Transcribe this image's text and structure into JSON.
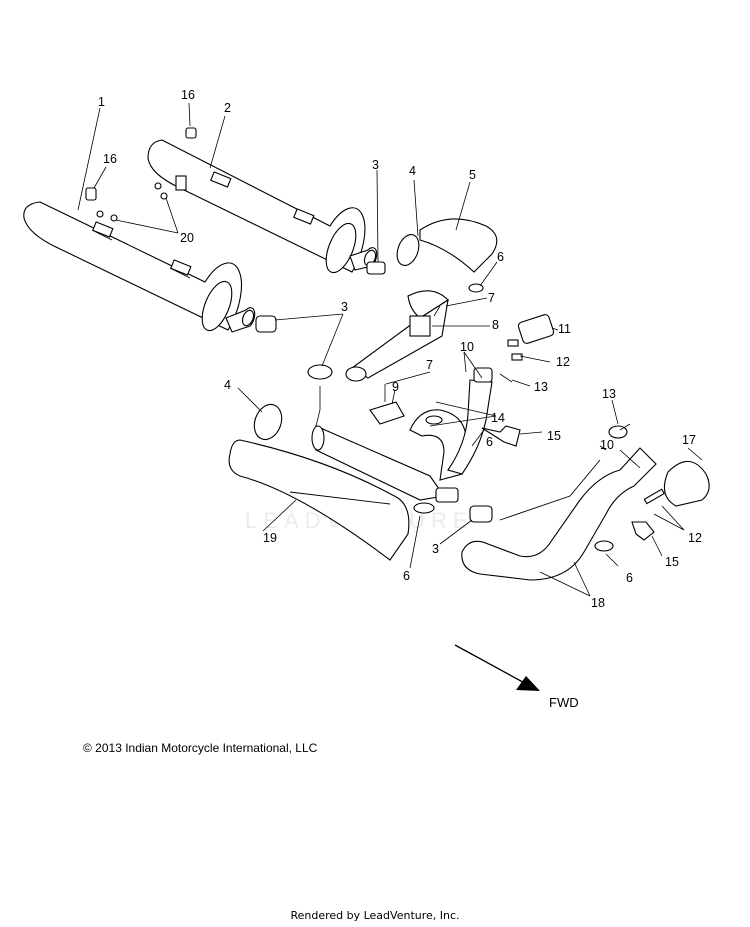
{
  "callouts": [
    {
      "id": "c1",
      "label": "1"
    },
    {
      "id": "c2",
      "label": "2"
    },
    {
      "id": "c3a",
      "label": "3"
    },
    {
      "id": "c3b",
      "label": "3"
    },
    {
      "id": "c3c",
      "label": "3"
    },
    {
      "id": "c4a",
      "label": "4"
    },
    {
      "id": "c4b",
      "label": "4"
    },
    {
      "id": "c5",
      "label": "5"
    },
    {
      "id": "c6a",
      "label": "6"
    },
    {
      "id": "c6b",
      "label": "6"
    },
    {
      "id": "c6c",
      "label": "6"
    },
    {
      "id": "c6d",
      "label": "6"
    },
    {
      "id": "c7a",
      "label": "7"
    },
    {
      "id": "c7b",
      "label": "7"
    },
    {
      "id": "c8",
      "label": "8"
    },
    {
      "id": "c9",
      "label": "9"
    },
    {
      "id": "c10a",
      "label": "10"
    },
    {
      "id": "c10b",
      "label": "10"
    },
    {
      "id": "c11",
      "label": "11"
    },
    {
      "id": "c12a",
      "label": "12"
    },
    {
      "id": "c12b",
      "label": "12"
    },
    {
      "id": "c13a",
      "label": "13"
    },
    {
      "id": "c13b",
      "label": "13"
    },
    {
      "id": "c14",
      "label": "14"
    },
    {
      "id": "c15a",
      "label": "15"
    },
    {
      "id": "c15b",
      "label": "15"
    },
    {
      "id": "c16a",
      "label": "16"
    },
    {
      "id": "c16b",
      "label": "16"
    },
    {
      "id": "c17",
      "label": "17"
    },
    {
      "id": "c18",
      "label": "18"
    },
    {
      "id": "c19",
      "label": "19"
    },
    {
      "id": "c20",
      "label": "20"
    }
  ],
  "fwd_label": "FWD",
  "copyright": "© 2013 Indian Motorcycle International, LLC",
  "watermark": "LEADVENTURE",
  "footer": "Rendered by LeadVenture, Inc."
}
